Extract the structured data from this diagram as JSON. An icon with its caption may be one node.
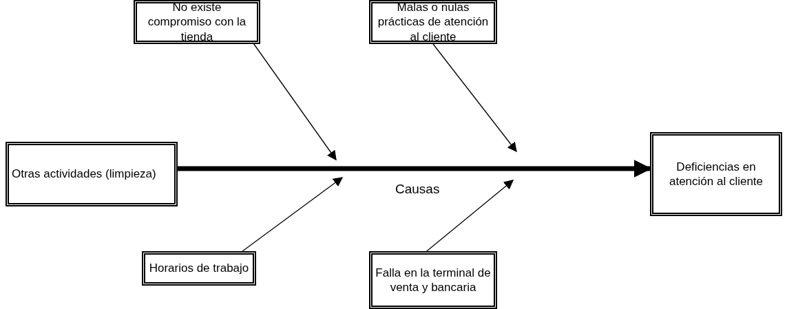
{
  "diagram": {
    "nodes": [
      {
        "text": [
          "No existe compromiso con la tienda"
        ]
      },
      {
        "text": [
          "Malas o nulas prácticas de atención al cliente"
        ]
      },
      {
        "text": [
          "Otras actividades (limpieza)"
        ]
      },
      {
        "text": [
          "Deficiencias en atención al cliente"
        ]
      },
      {
        "text": [
          "Horarios de trabajo"
        ]
      },
      {
        "text": [
          "Falla en la terminal de venta y bancaria"
        ]
      }
    ],
    "edges": [
      {
        "from": 2,
        "to": 3,
        "arrow": "to",
        "style": "thick"
      },
      {
        "from": 0,
        "to": null,
        "arrow": "to"
      },
      {
        "from": 1,
        "to": null,
        "arrow": "to"
      },
      {
        "from": 4,
        "to": null,
        "arrow": "to"
      },
      {
        "from": 5,
        "to": null,
        "arrow": "to"
      }
    ],
    "labels": [
      "Causas"
    ]
  }
}
